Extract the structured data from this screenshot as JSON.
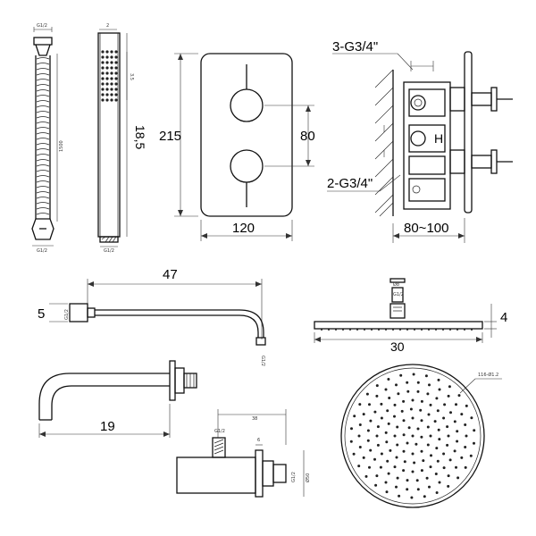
{
  "hose": {
    "top_label": "G1/2",
    "length_label": "1500",
    "bottom_label": "G1/2"
  },
  "handshower": {
    "top_label": "2",
    "side_label": "3.5",
    "length_label": "18,5",
    "bottom_label": "G1/2"
  },
  "valve_front": {
    "height_label": "215",
    "center_label": "80",
    "width_label": "120"
  },
  "valve_side": {
    "outlet_label": "3-G3/4\"",
    "inlet_label": "2-G3/4\"",
    "depth_label": "80~100",
    "h_mark": "H"
  },
  "shower_arm": {
    "length_label": "47",
    "height_label": "5",
    "wall_label": "G1/2",
    "outlet_label": "G1/2"
  },
  "shower_head_side": {
    "width_label": "30",
    "height_label": "4",
    "top_label_1": "Ø8",
    "top_label_2": "G1/2"
  },
  "spout": {
    "length_label": "19"
  },
  "elbow": {
    "top_dim": "38",
    "thread_label": "G1/2",
    "side_label": "6",
    "outlet_label": "G1/2",
    "height_label": "Ø50"
  },
  "shower_head_front": {
    "nozzle_label": "116-Ø1.2"
  }
}
